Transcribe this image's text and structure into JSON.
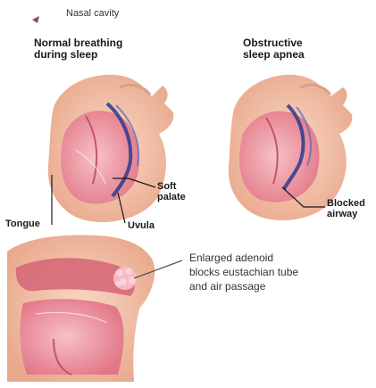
{
  "labels": {
    "nasal_cavity": "Nasal cavity",
    "normal_line1": "Normal breathing",
    "normal_line2": "during sleep",
    "osa_line1": "Obstructive",
    "osa_line2": "sleep apnea",
    "soft_line1": "Soft",
    "soft_line2": "palate",
    "blocked_line1": "Blocked",
    "blocked_line2": "airway",
    "tongue": "Tongue",
    "uvula": "Uvula",
    "adenoid_line1": "Enlarged adenoid",
    "adenoid_line2": "blocks eustachian tube",
    "adenoid_line3": "and air passage"
  },
  "colors": {
    "skin": "#f4c7ae",
    "skin_shadow": "#e9a88c",
    "tissue": "#f19aa5",
    "tissue_dark": "#d66978",
    "airway_blue": "#2b3a8f",
    "adenoid": "#f7b8c8"
  }
}
